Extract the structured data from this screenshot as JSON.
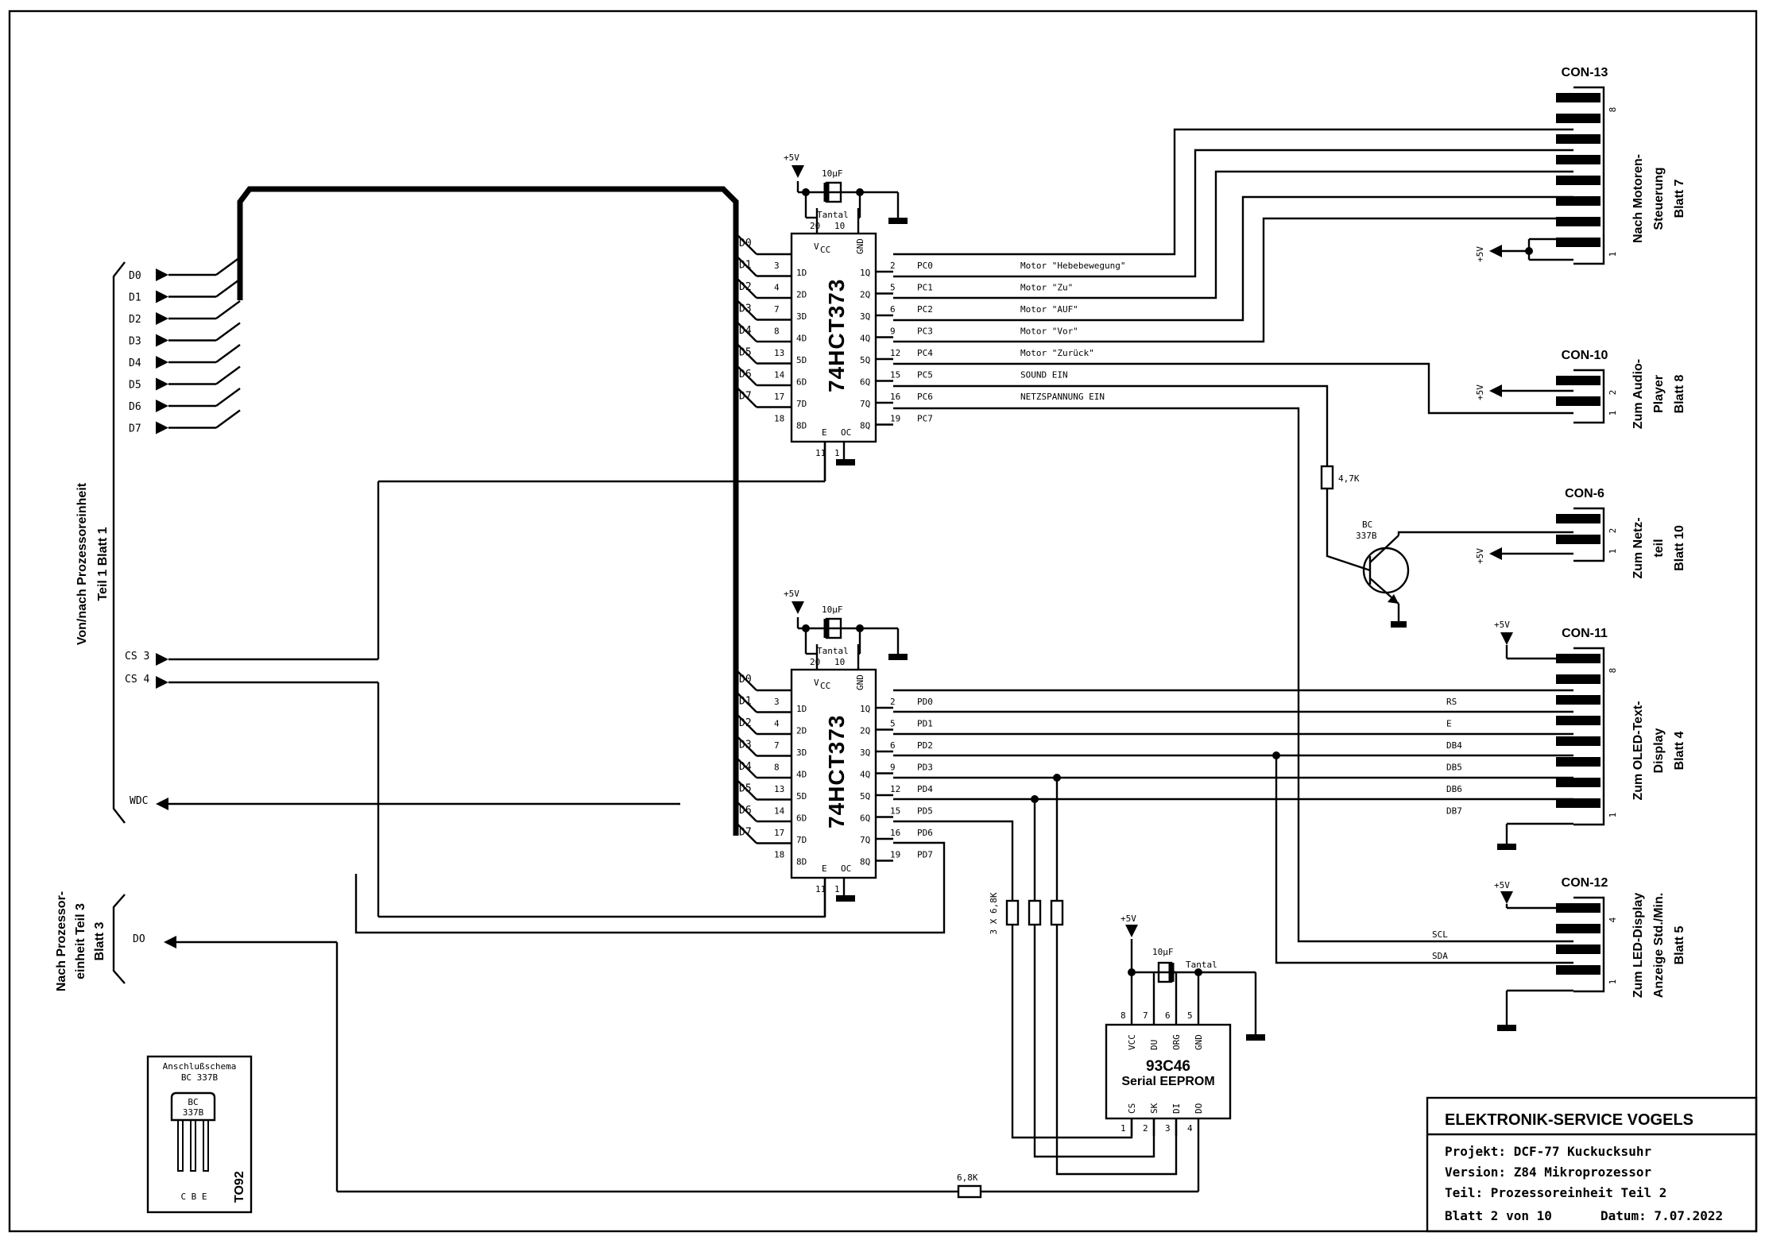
{
  "ic1": {
    "name": "74HCT373",
    "d_pins": [
      "3",
      "4",
      "7",
      "8",
      "13",
      "14",
      "17",
      "18"
    ],
    "d_labels": [
      "1D",
      "2D",
      "3D",
      "4D",
      "5D",
      "6D",
      "7D",
      "8D"
    ],
    "q_pins": [
      "2",
      "5",
      "6",
      "9",
      "12",
      "15",
      "16",
      "19"
    ],
    "q_labels": [
      "1Q",
      "2Q",
      "3Q",
      "4Q",
      "5Q",
      "6Q",
      "7Q",
      "8Q"
    ],
    "bus": [
      "D0",
      "D1",
      "D2",
      "D3",
      "D4",
      "D5",
      "D6",
      "D7"
    ],
    "ports": [
      "PC0",
      "PC1",
      "PC2",
      "PC3",
      "PC4",
      "PC5",
      "PC6",
      "PC7"
    ],
    "signals": [
      "Motor \"Hebebewegung\"",
      "Motor \"Zu\"",
      "Motor \"AUF\"",
      "Motor \"Vor\"",
      "Motor \"Zurück\"",
      "SOUND EIN",
      "NETZSPANNUNG EIN",
      ""
    ],
    "vcc_pin": "20",
    "gnd_pin": "10",
    "e_pin": "11",
    "oc_pin": "1"
  },
  "ic2": {
    "name": "74HCT373",
    "ports": [
      "PD0",
      "PD1",
      "PD2",
      "PD3",
      "PD4",
      "PD5",
      "PD6",
      "PD7"
    ],
    "signals": [
      "RS",
      "E",
      "DB4",
      "DB5",
      "DB6",
      "DB7",
      "",
      ""
    ]
  },
  "pin_labels": {
    "vcc": "VCC",
    "gnd": "GND",
    "e": "E",
    "oc": "OC"
  },
  "supply": {
    "plus5v": "+5V",
    "cap": "10µF",
    "tantal": "Tantal"
  },
  "left_port": {
    "data": [
      "D0",
      "D1",
      "D2",
      "D3",
      "D4",
      "D5",
      "D6",
      "D7"
    ],
    "cs3": "CS 3",
    "cs4": "CS 4",
    "wdc": "WDC",
    "title1": "Von/nach Prozessoreinheit",
    "title2": "Teil 1  Blatt 1"
  },
  "left_port2": {
    "do": "DO",
    "title1": "Nach Prozessor-",
    "title2": "einheit  Teil 3",
    "title3": "Blatt 3"
  },
  "con13": {
    "name": "CON-13",
    "pin_top": "8",
    "pin_bottom": "1",
    "t1": "Nach Motoren-",
    "t2": "Steuerung",
    "t3": "Blatt 7"
  },
  "con10": {
    "name": "CON-10",
    "pin_top": "2",
    "pin_bottom": "1",
    "t1": "Zum Audio-",
    "t2": "Player",
    "t3": "Blatt 8"
  },
  "con6": {
    "name": "CON-6",
    "pin_top": "2",
    "pin_bottom": "1",
    "t1": "Zum Netz-",
    "t2": "teil",
    "t3": "Blatt 10"
  },
  "con11": {
    "name": "CON-11",
    "pin_top": "8",
    "pin_bottom": "1",
    "t1": "Zum OLED-Text-",
    "t2": "Display",
    "t3": "Blatt 4"
  },
  "con12": {
    "name": "CON-12",
    "pin_top": "4",
    "pin_bottom": "1",
    "t1": "Zum LED-Display",
    "t2": "Anzeige Std./Min.",
    "t3": "Blatt 5"
  },
  "transistor": {
    "type1": "BC",
    "type2": "337B",
    "r_base": "4,7K"
  },
  "eeprom": {
    "name": "93C46",
    "sub": "Serial EEPROM",
    "top_pins": [
      "8",
      "7",
      "6",
      "5"
    ],
    "top_labels": [
      "VCC",
      "DU",
      "ORG",
      "GND"
    ],
    "bot_pins": [
      "1",
      "2",
      "3",
      "4"
    ],
    "bot_labels": [
      "CS",
      "SK",
      "DI",
      "DO"
    ],
    "rpack": "3 X 6,8K",
    "r_do": "6,8K"
  },
  "lcd_bus": {
    "scl": "SCL",
    "sda": "SDA"
  },
  "pinout": {
    "title": "Anschlußschema",
    "part": "BC 337B",
    "body1": "BC",
    "body2": "337B",
    "pins": "C B E",
    "pkg": "TO92"
  },
  "titleblock": {
    "company": "ELEKTRONIK-SERVICE VOGELS",
    "projekt": "Projekt: DCF-77 Kuckucksuhr",
    "version": "Version: Z84 Mikroprozessor",
    "teil": "Teil: Prozessoreinheit  Teil 2",
    "blatt": "Blatt 2 von 10",
    "datum": "Datum: 7.07.2022"
  }
}
